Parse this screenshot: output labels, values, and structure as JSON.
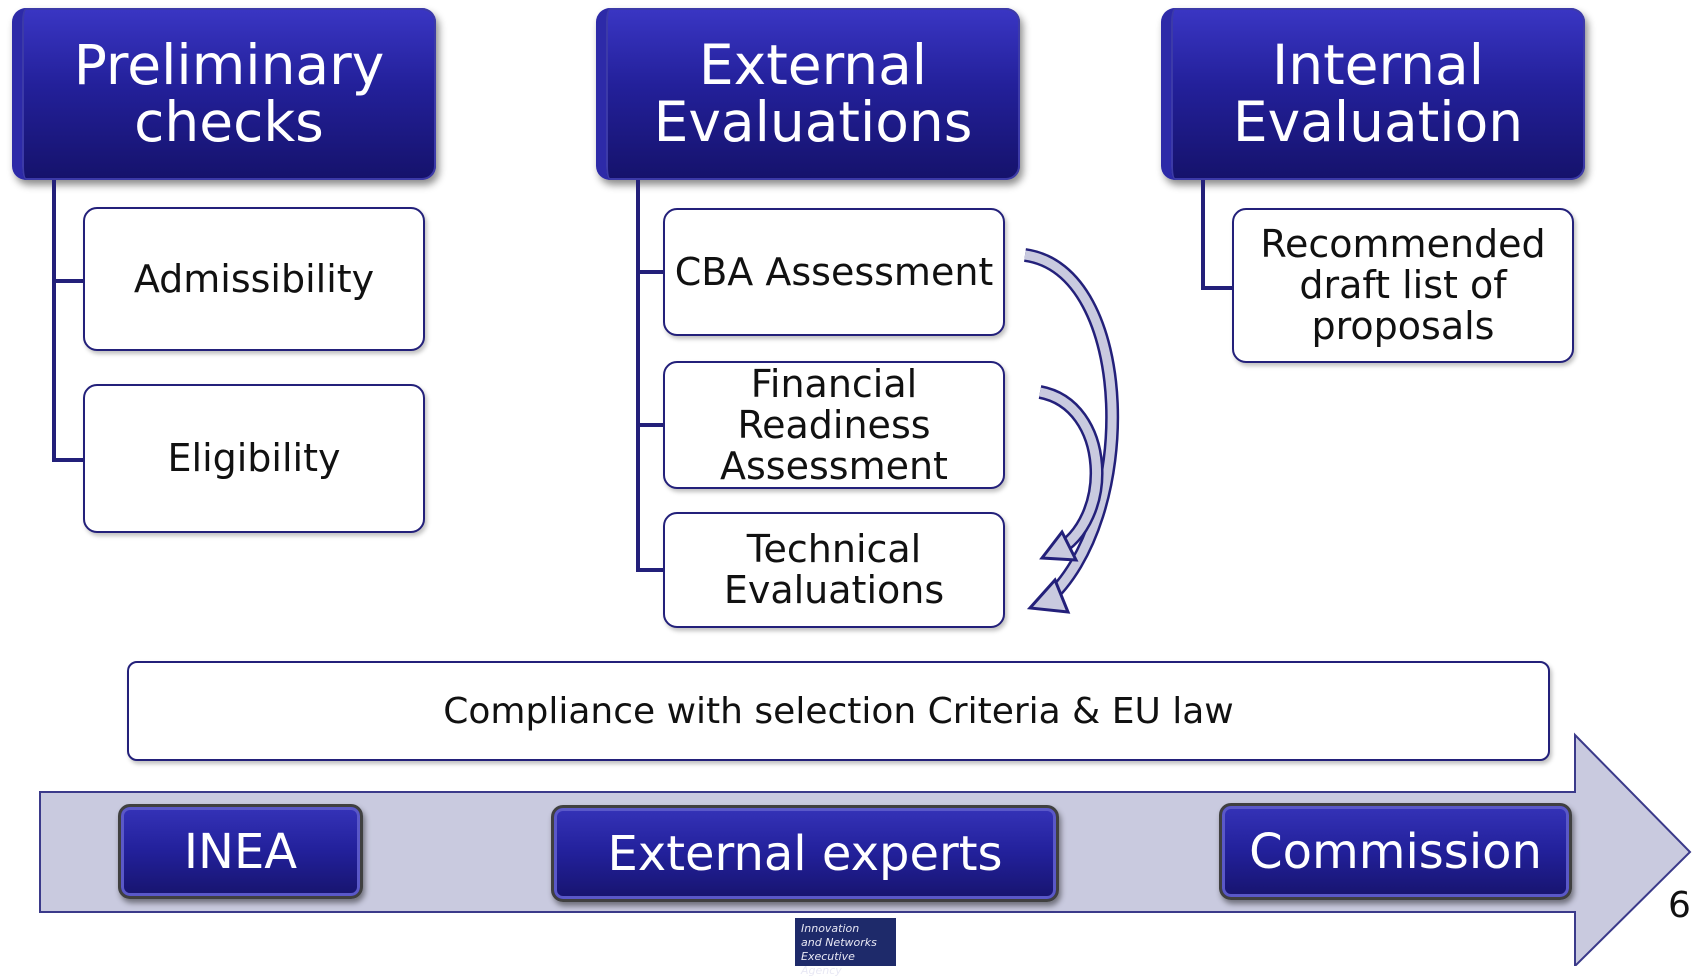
{
  "columns": [
    {
      "header": [
        "Preliminary",
        "checks"
      ],
      "items": [
        "Admissibility",
        "Eligibility"
      ]
    },
    {
      "header": [
        "External",
        "Evaluations"
      ],
      "items": [
        "CBA Assessment",
        "Financial Readiness Assessment",
        "Technical Evaluations"
      ]
    },
    {
      "header": [
        "Internal",
        "Evaluation"
      ],
      "items": [
        "Recommended draft list of proposals"
      ]
    }
  ],
  "compliance": "Compliance with selection Criteria & EU law",
  "actors": [
    "INEA",
    "External experts",
    "Commission"
  ],
  "logo_lines": [
    "Innovation",
    "and Networks",
    "Executive Agency"
  ],
  "page_number": "6",
  "colors": {
    "header_blue": "#23209a",
    "outline_navy": "#23207a",
    "band_gray": "#c9cadf"
  }
}
